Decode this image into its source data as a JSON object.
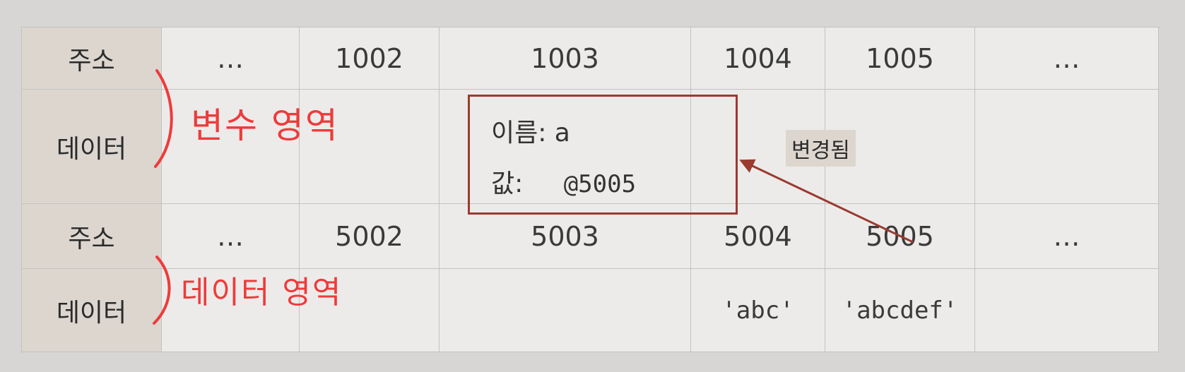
{
  "rows": [
    {
      "header": "주소",
      "cells": [
        "…",
        "1002",
        "1003",
        "1004",
        "1005",
        "…"
      ]
    },
    {
      "header": "데이터",
      "cells": [
        "",
        "",
        "",
        "",
        "",
        ""
      ]
    },
    {
      "header": "주소",
      "cells": [
        "…",
        "5002",
        "5003",
        "5004",
        "5005",
        "…"
      ]
    },
    {
      "header": "데이터",
      "cells": [
        "",
        "",
        "",
        "'abc'",
        "'abcdef'",
        ""
      ]
    }
  ],
  "variable_box": {
    "name_line": "이름: a",
    "value_label": "값:",
    "value": "@5005"
  },
  "changed_label": "변경됨",
  "annotations": {
    "variable_area": "변수 영역",
    "data_area": "데이터 영역"
  },
  "colors": {
    "header_bg": "#dcd6cf",
    "cell_bg": "#ecebea",
    "box_border": "#9b3a2f",
    "arrow": "#9b3a2f",
    "handwriting": "#ee3b3b"
  }
}
